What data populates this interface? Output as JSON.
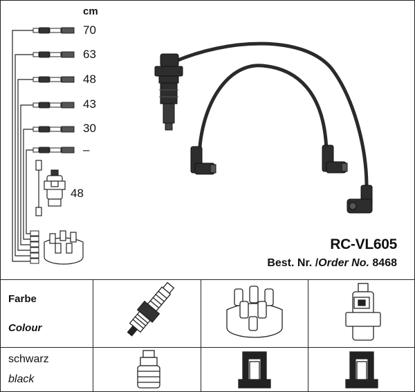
{
  "lengths_unit": "cm",
  "lengths": [
    "70",
    "63",
    "48",
    "43",
    "30",
    "–"
  ],
  "coil_length": "48",
  "model": "RC-VL605",
  "order": {
    "label_de": "Best. Nr.",
    "label_en": "Order No.",
    "number": "8468"
  },
  "table": {
    "header_de": "Farbe",
    "header_en": "Colour",
    "color_de": "schwarz",
    "color_en": "black",
    "columns": [
      "spark-plug-icon",
      "distributor-cap-icon",
      "ignition-coil-icon"
    ],
    "connectors": [
      "spark-plug-boot-icon",
      "cap-terminal-icon",
      "coil-terminal-icon"
    ]
  }
}
